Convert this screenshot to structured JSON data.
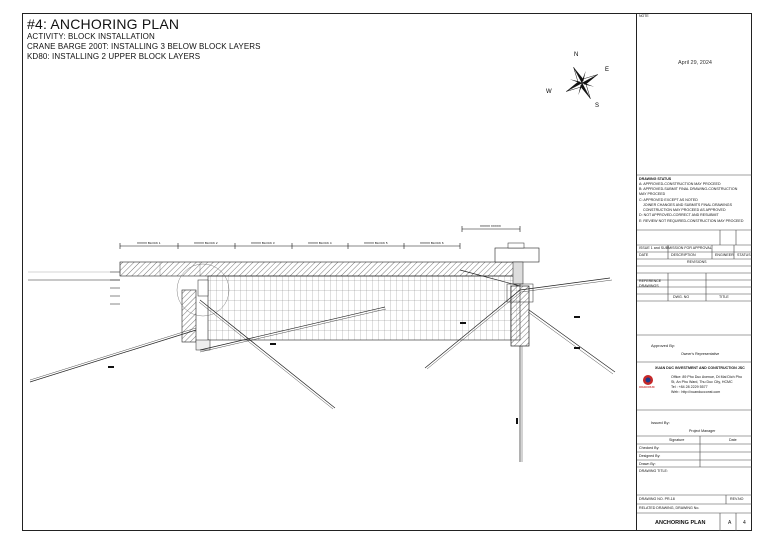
{
  "header": {
    "title": "#4:  ANCHORING PLAN",
    "lines": [
      "ACTIVITY: BLOCK INSTALLATION",
      "CRANE BARGE 200T: INSTALLING 3 BELOW BLOCK LAYERS",
      "KD80: INSTALLING 2 UPPER BLOCK LAYERS"
    ]
  },
  "compass": {
    "n": "N",
    "e": "E",
    "s": "S",
    "w": "W"
  },
  "title_block": {
    "note": "NOTE",
    "date": "April 29, 2024",
    "drawing_status": {
      "heading": "DRAWING STATUS",
      "items": [
        "A: APPROVED-CONSTRUCTION MAY PROCEED",
        "B: APPROVED-SUBMIT FINAL DRAWING-CONSTRUCTION",
        "MAY PROCEED",
        "C: APPROVED EXCEPT AS NOTED",
        "JOINER CHANGES AND SUBMITS FINAL DRAWINGS",
        "CONSTRUCTION MAY PROCEED AS APPROVED",
        "D: NOT APPROVED-CORRECT AND RESUBMIT",
        "E: REVIEW NOT REQUIRED-CONSTRUCTION MAY PROCEED"
      ]
    },
    "issue_row": "ISSUE 1 and SUBMISSION FOR APPROVAL",
    "revision_headers": {
      "date": "DATE",
      "description": "DESCRIPTION",
      "engineer": "ENGINEER",
      "status": "STATUS"
    },
    "revisions_label": "REVISIONS",
    "reference_label": "REFERENCE DRAWINGS",
    "ref_headers": {
      "dwg_no": "DWG. NO",
      "title": "TITLE"
    },
    "approved_by": "Approved By:",
    "approver_role": "Owner's Representative",
    "company": {
      "name": "XUAN DUC INVESTMENT AND CONSTRUCTION JSC",
      "logo_text": "XUAN DUC",
      "address_lines": [
        "Office: 89 Pho Duc Avenue, Dt Mai Dich Pho",
        "St, An Phu Ward, Thu Duc City, HCMC",
        "Tel    : +84 28 2229 5577",
        "Web    : http://xuanducconst.com"
      ]
    },
    "issued_by": "Issued By:",
    "issuer_role": "Project Manager",
    "sign_headers": {
      "signature": "Signature",
      "date": "Date"
    },
    "sign_rows": [
      "Checked By:",
      "Designed By:",
      "Drawn By:"
    ],
    "drawing_title_label": "DRAWING TITLE:",
    "drawing_no": "DRAWING NO. PR-18",
    "rev_no": "REV.NO",
    "related_drawing": "RELATED DRAWING, DRAWING No.",
    "final_title": "ANCHORING PLAN",
    "rev_value": "A",
    "sheet_value": "4"
  },
  "plan_labels": {
    "top_dim": "XXXXX XXXXX",
    "block_dims": [
      "XXXXX BLOCK 1",
      "XXXXX BLOCK 2",
      "XXXXX BLOCK 3",
      "XXXXX BLOCK 4",
      "XXXXX BLOCK 5",
      "XXXXX BLOCK 6"
    ]
  }
}
